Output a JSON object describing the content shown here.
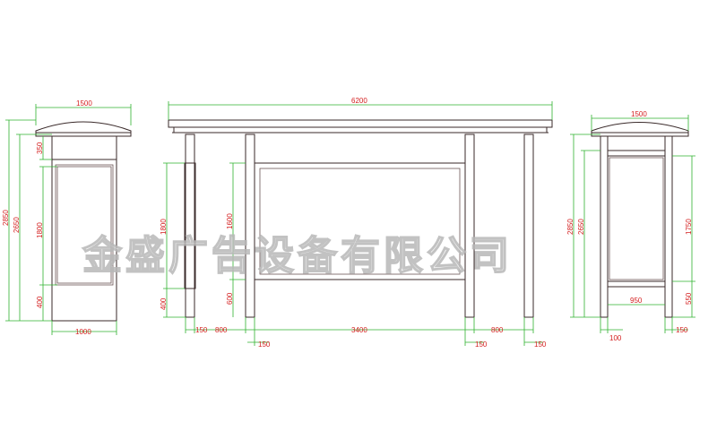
{
  "watermark": "金盛广告设备有限公司",
  "left_view": {
    "top_width": "1500",
    "total_height": "2850",
    "body_height": "2650",
    "header_height": "350",
    "panel_height": "1800",
    "base_height": "400",
    "body_width": "1000"
  },
  "front_view": {
    "total_width": "6200",
    "panel_height_side": "1800",
    "base_height_side": "400",
    "panel_height": "1600",
    "base_height": "600",
    "post_left": "150",
    "gap_left": "800",
    "panel_width": "3400",
    "gap_right": "800",
    "post_a": "150",
    "post_b": "150",
    "post_c": "150"
  },
  "right_view": {
    "top_width": "1500",
    "total_height": "2850",
    "body_height": "2650",
    "panel_height": "1750",
    "inner_width": "950",
    "base_height": "550",
    "post_left": "100",
    "post_right": "150"
  }
}
